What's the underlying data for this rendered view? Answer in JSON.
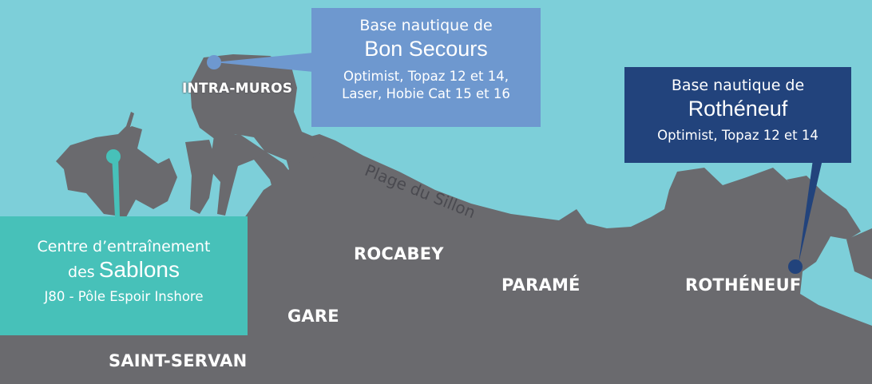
{
  "colors": {
    "sea": "#7dcfd9",
    "land": "#6a6a6e",
    "bon_secours": "#6e98cf",
    "rotheneuf": "#22437c",
    "sablons": "#47c1b9"
  },
  "districts": {
    "intra_muros": "INTRA-MUROS",
    "rocabey": "ROCABEY",
    "parame": "PARAMÉ",
    "rotheneuf": "ROTHÉNEUF",
    "gare": "GARE",
    "saint_servan": "SAINT-SERVAN"
  },
  "beach": "Plage du Sillon",
  "callouts": {
    "bon_secours": {
      "pre": "Base nautique de",
      "name": "Bon Secours",
      "lines": [
        "Optimist, Topaz 12 et 14,",
        "Laser, Hobie Cat 15 et 16"
      ]
    },
    "rotheneuf": {
      "pre": "Base nautique de",
      "name": "Rothéneuf",
      "lines": [
        "Optimist, Topaz 12 et 14"
      ]
    },
    "sablons": {
      "pre_a": "Centre d’entraînement",
      "pre_b": "des",
      "name": "Sablons",
      "lines": [
        "J80 - Pôle Espoir Inshore"
      ]
    }
  }
}
